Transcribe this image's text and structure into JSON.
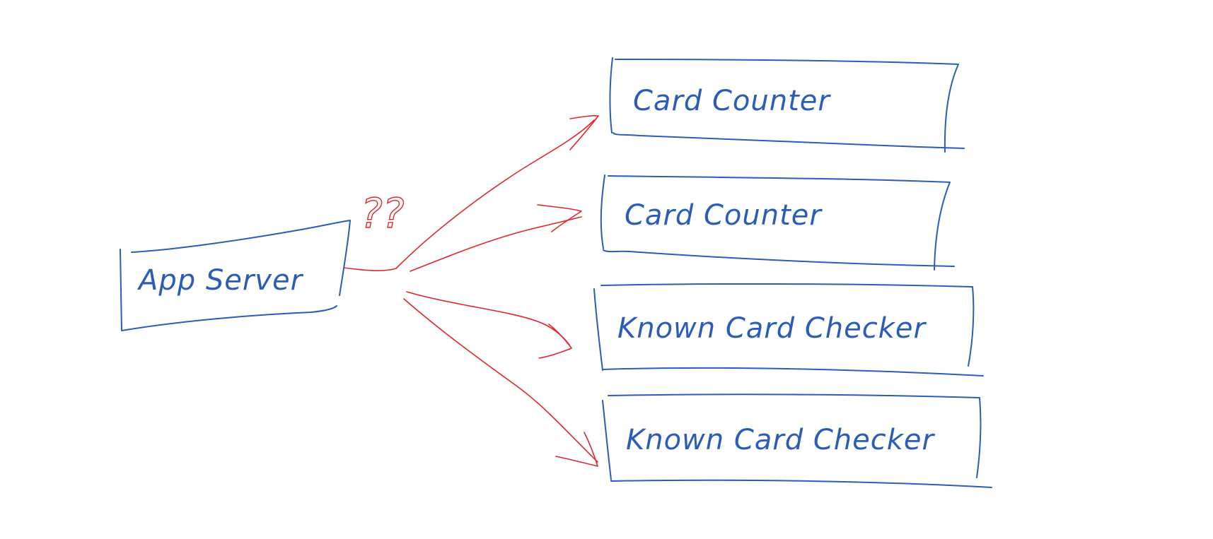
{
  "diagram": {
    "nodes": [
      {
        "id": "app-server",
        "label": "App Server"
      },
      {
        "id": "card-counter-1",
        "label": "Card Counter"
      },
      {
        "id": "card-counter-2",
        "label": "Card Counter"
      },
      {
        "id": "known-card-checker-1",
        "label": "Known Card Checker"
      },
      {
        "id": "known-card-checker-2",
        "label": "Known Card Checker"
      }
    ],
    "annotation": "??",
    "edges": [
      {
        "from": "app-server",
        "to": "card-counter-1"
      },
      {
        "from": "app-server",
        "to": "card-counter-2"
      },
      {
        "from": "app-server",
        "to": "known-card-checker-1"
      },
      {
        "from": "app-server",
        "to": "known-card-checker-2"
      }
    ],
    "colors": {
      "boxes": "#2a5cb8",
      "arrows": "#e0262c",
      "background": "#ffffff"
    }
  }
}
